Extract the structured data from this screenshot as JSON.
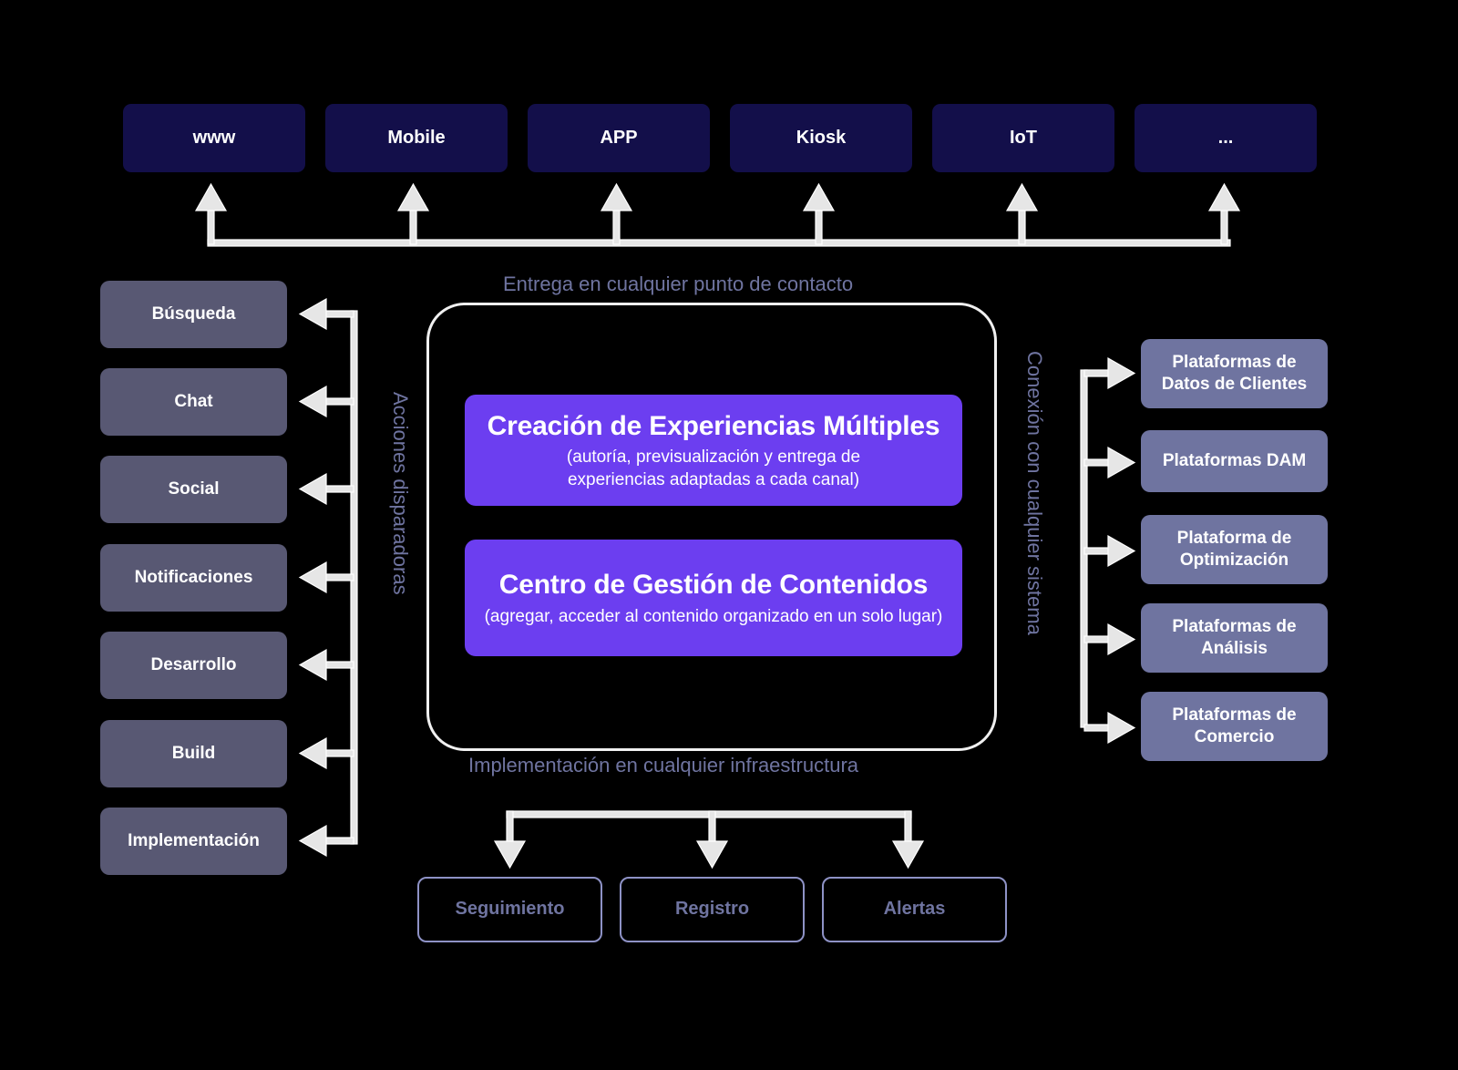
{
  "diagram": {
    "captions": {
      "top": "Entrega en cualquier punto de contacto",
      "bottom": "Implementación en cualquier infraestructura",
      "left_vertical": "Acciones disparadoras",
      "right_vertical": "Conexión con cualquier sistema"
    },
    "channels": [
      {
        "label": "www"
      },
      {
        "label": "Mobile"
      },
      {
        "label": "APP"
      },
      {
        "label": "Kiosk"
      },
      {
        "label": "IoT"
      },
      {
        "label": "..."
      }
    ],
    "triggers": [
      {
        "label": "Búsqueda"
      },
      {
        "label": "Chat"
      },
      {
        "label": "Social"
      },
      {
        "label": "Notificaciones"
      },
      {
        "label": "Desarrollo"
      },
      {
        "label": "Build"
      },
      {
        "label": "Implementación"
      }
    ],
    "platforms": [
      {
        "line1": "Plataformas de",
        "line2": "Datos de Clientes"
      },
      {
        "line1": "Plataformas DAM",
        "line2": ""
      },
      {
        "line1": "Plataforma de",
        "line2": "Optimización"
      },
      {
        "line1": "Plataformas de",
        "line2": "Análisis"
      },
      {
        "line1": "Plataformas de",
        "line2": "Comercio"
      }
    ],
    "cards": [
      {
        "title": "Creación de Experiencias Múltiples",
        "sub_line1": "(autoría, previsualización y entrega de",
        "sub_line2": "experiencias adaptadas a cada canal)"
      },
      {
        "title": "Centro de Gestión de Contenidos",
        "sub_line1": "(agregar, acceder al contenido organizado en un solo lugar)",
        "sub_line2": ""
      }
    ],
    "observability": [
      {
        "label": "Seguimiento"
      },
      {
        "label": "Registro"
      },
      {
        "label": "Alertas"
      }
    ],
    "colors": {
      "background": "#000000",
      "channel_box": "#130f4a",
      "trigger_box": "#585873",
      "platform_box": "#6f74a0",
      "card_purple": "#6c3ef0",
      "connector": "#e6e6e6",
      "caption_text": "#6f74a0",
      "outline_box_border": "#8e92c6"
    }
  }
}
